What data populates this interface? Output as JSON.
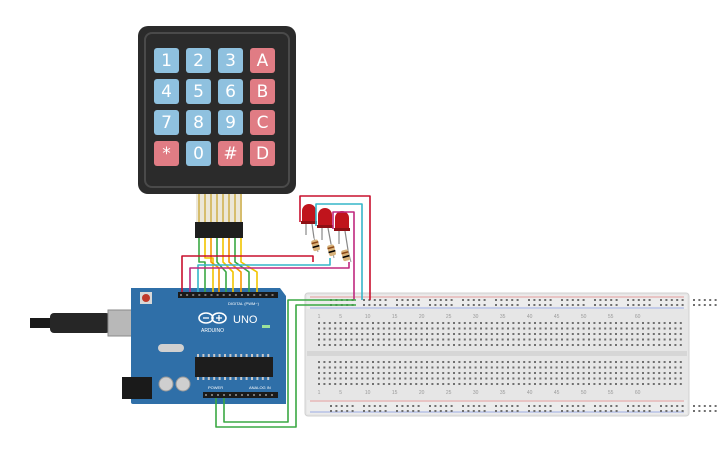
{
  "keypad": {
    "keys": [
      {
        "label": "1",
        "type": "digit"
      },
      {
        "label": "2",
        "type": "digit"
      },
      {
        "label": "3",
        "type": "digit"
      },
      {
        "label": "A",
        "type": "letter"
      },
      {
        "label": "4",
        "type": "digit"
      },
      {
        "label": "5",
        "type": "digit"
      },
      {
        "label": "6",
        "type": "digit"
      },
      {
        "label": "B",
        "type": "letter"
      },
      {
        "label": "7",
        "type": "digit"
      },
      {
        "label": "8",
        "type": "digit"
      },
      {
        "label": "9",
        "type": "digit"
      },
      {
        "label": "C",
        "type": "letter"
      },
      {
        "label": "*",
        "type": "letter"
      },
      {
        "label": "0",
        "type": "digit"
      },
      {
        "label": "#",
        "type": "letter"
      },
      {
        "label": "D",
        "type": "letter"
      }
    ],
    "digit_color": "#8fc1df",
    "letter_color": "#e07c84",
    "body_color": "#2b2b2b"
  },
  "arduino": {
    "logo_text": "ARDUINO",
    "model_text": "UNO",
    "digital_label": "DIGITAL (PWM~)",
    "power_label": "POWER",
    "analog_label": "ANALOG IN",
    "board_color": "#2f6fa8"
  },
  "leds": {
    "count": 3,
    "color": "#c0141c"
  },
  "wires": {
    "red": "#c8102e",
    "cyan": "#35b6c9",
    "magenta": "#c0287f",
    "green": "#3aa843",
    "yellow": "#f2c500",
    "orange": "#f59a00"
  },
  "breadboard": {
    "color": "#e6e6e6",
    "column_labels": [
      "1",
      "5",
      "10",
      "15",
      "20",
      "25",
      "30",
      "35",
      "40",
      "45",
      "50",
      "55",
      "60"
    ]
  }
}
